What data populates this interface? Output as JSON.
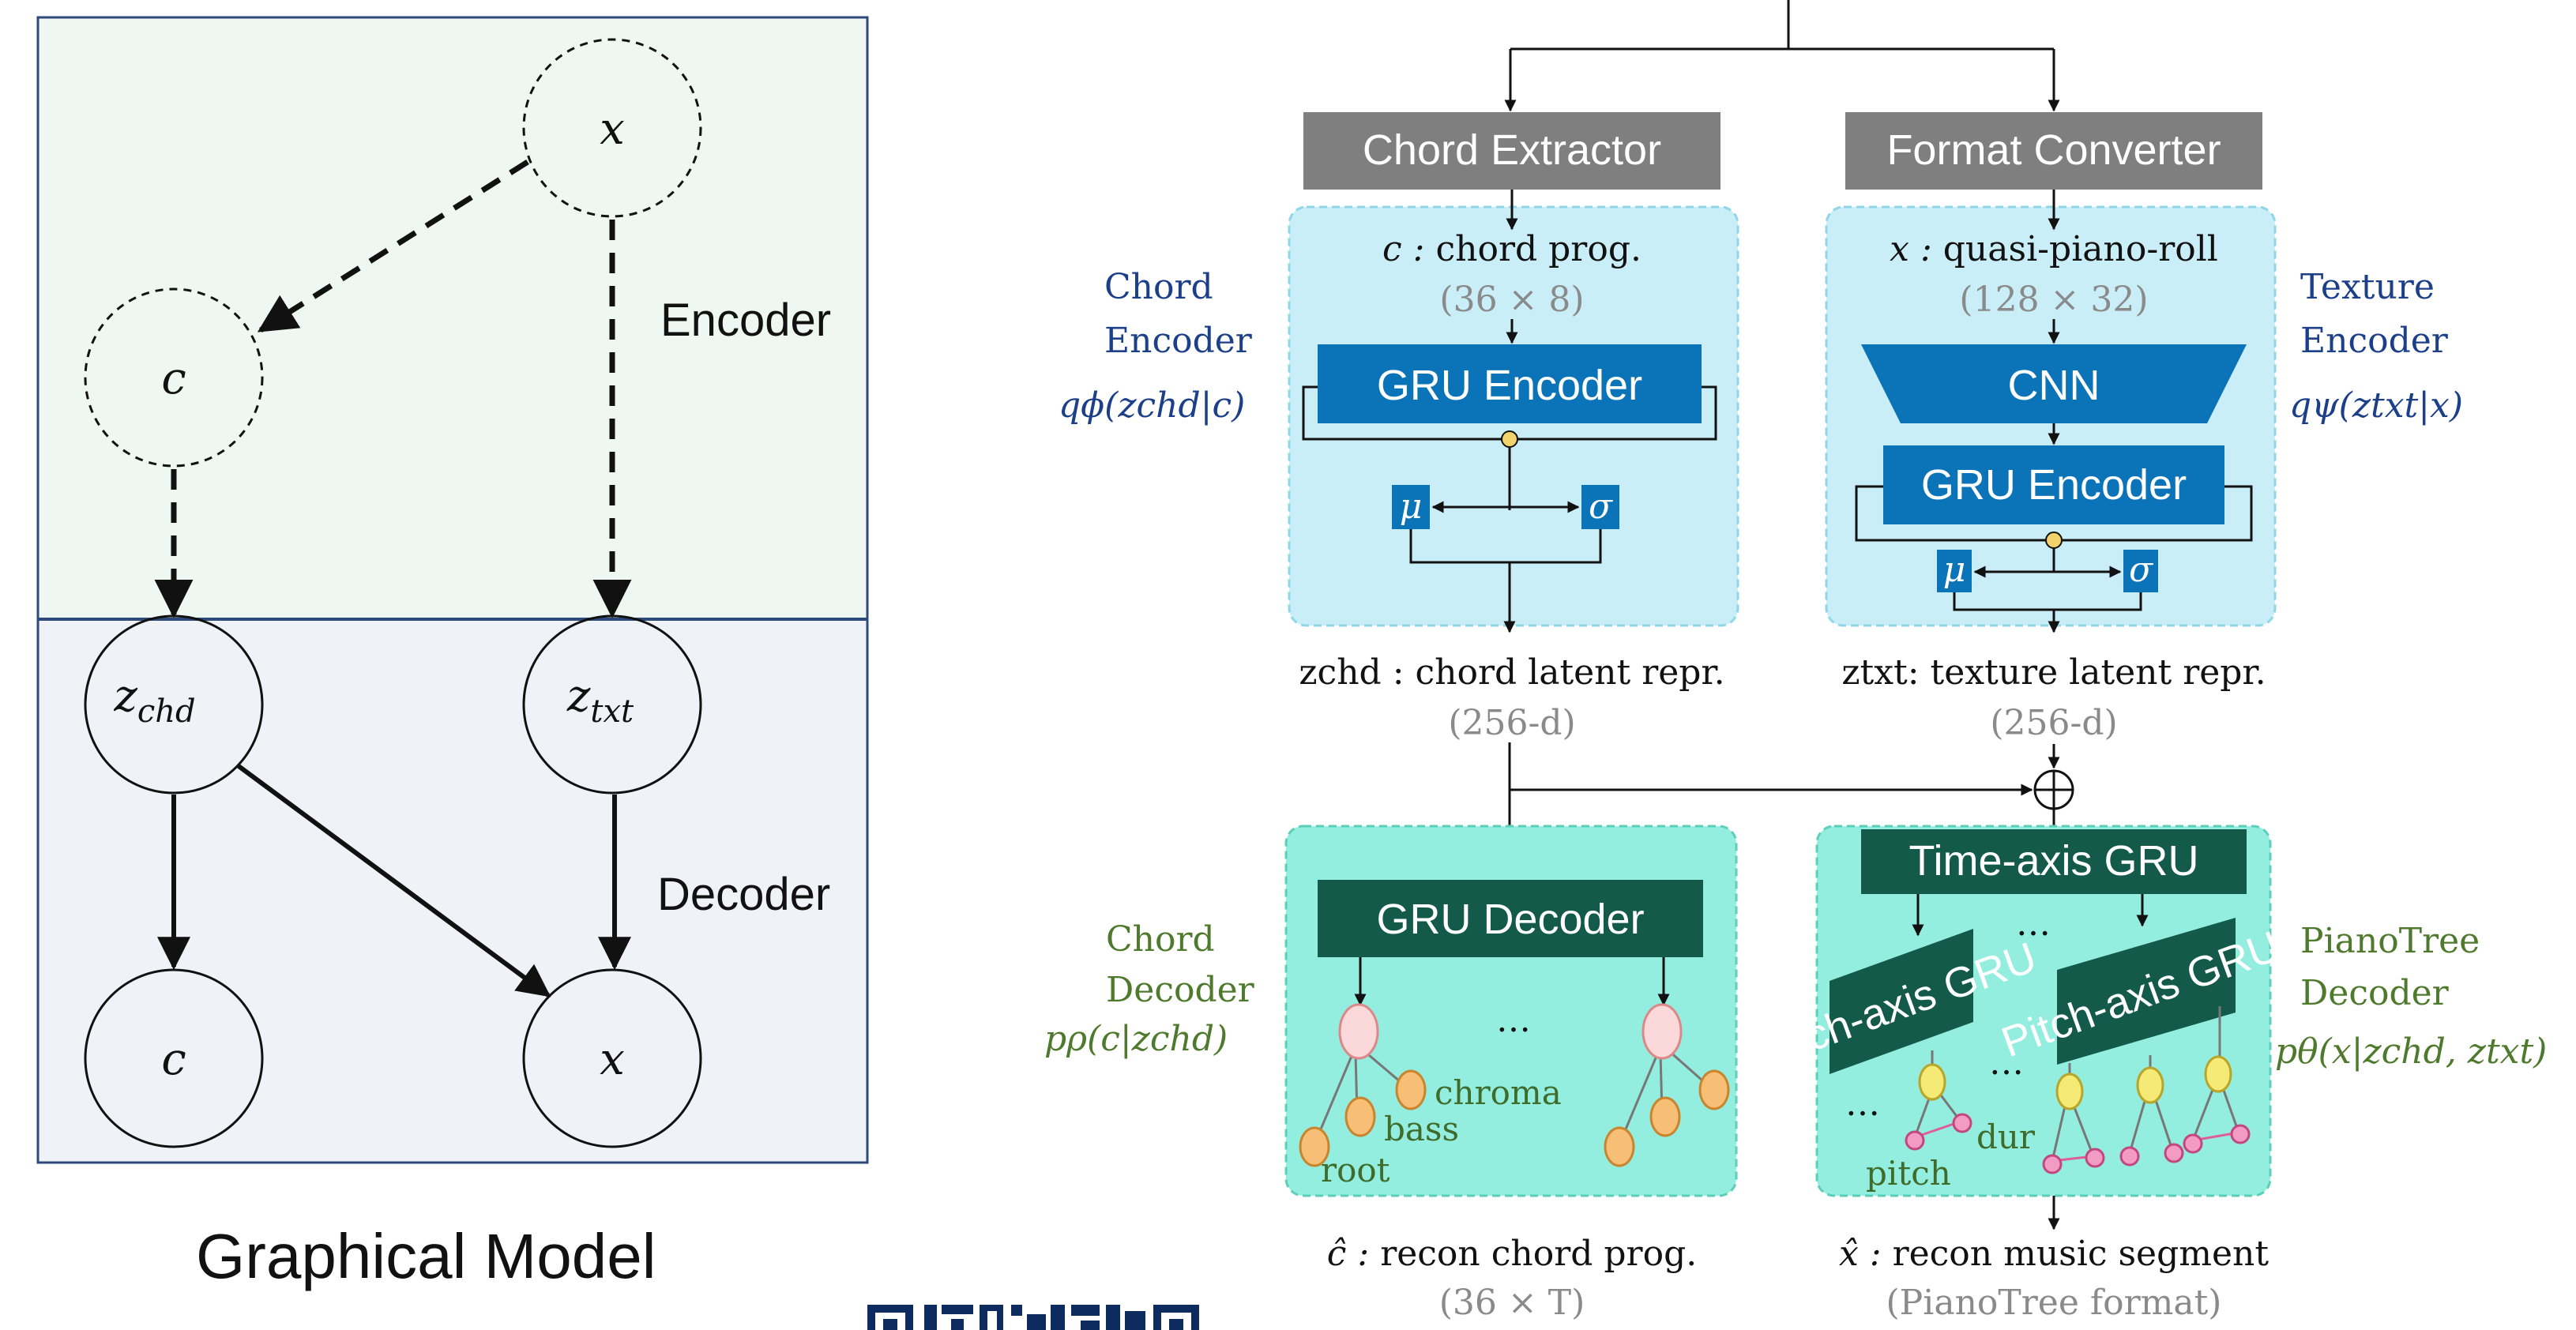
{
  "graphical_model": {
    "encoder_label": "Encoder",
    "decoder_label": "Decoder",
    "caption": "Graphical Model",
    "nodes": {
      "x_top": "x",
      "c_mid": "c",
      "z_chd_base": "z",
      "z_chd_sub": "chd",
      "z_txt_base": "z",
      "z_txt_sub": "txt",
      "c_bottom": "c",
      "x_bottom": "x"
    },
    "colors": {
      "encoder_bg": "#eef7f1",
      "decoder_bg": "#eff2f7",
      "border": "#2e4a7a"
    }
  },
  "architecture": {
    "chord_extractor": "Chord Extractor",
    "format_converter": "Format Converter",
    "chord_input_var": "c :",
    "chord_input_desc": "chord prog.",
    "chord_input_dim": "(36 × 8)",
    "texture_input_var": "x :",
    "texture_input_desc": "quasi-piano-roll",
    "texture_input_dim": "(128 × 32)",
    "chord_encoder_label_1": "Chord",
    "chord_encoder_label_2": "Encoder",
    "chord_encoder_formula": "qϕ(zchd|c)",
    "texture_encoder_label_1": "Texture",
    "texture_encoder_label_2": "Encoder",
    "texture_encoder_formula": "qψ(ztxt|x)",
    "gru_encoder": "GRU Encoder",
    "cnn": "CNN",
    "mu": "μ",
    "sigma": "σ",
    "z_chd_desc": "zchd : chord latent repr.",
    "z_chd_dim": "(256-d)",
    "z_txt_desc": "ztxt: texture latent repr.",
    "z_txt_dim": "(256-d)",
    "gru_decoder": "GRU Decoder",
    "time_axis_gru": "Time-axis GRU",
    "pitch_axis_gru": "Pitch-axis GRU",
    "ellipsis": "…",
    "chroma": "chroma",
    "bass": "bass",
    "root": "root",
    "dur": "dur",
    "pitch": "pitch",
    "chord_decoder_label_1": "Chord",
    "chord_decoder_label_2": "Decoder",
    "chord_decoder_formula": "pρ(c|zchd)",
    "pianotree_decoder_label_1": "PianoTree",
    "pianotree_decoder_label_2": "Decoder",
    "pianotree_decoder_formula": "pθ(x|zchd, ztxt)",
    "recon_chord_var": "ĉ :",
    "recon_chord_desc": "recon chord prog.",
    "recon_chord_dim": "(36 × T)",
    "recon_music_var": "x̂ :",
    "recon_music_desc": "recon music segment",
    "recon_music_dim": "(PianoTree format)",
    "colors": {
      "gray_box": "#7f7f7f",
      "encoder_panel": "#c9eef7",
      "decoder_panel": "#93eee0",
      "blue_box": "#0b74b8",
      "dark_green_box": "#145a4a"
    }
  }
}
